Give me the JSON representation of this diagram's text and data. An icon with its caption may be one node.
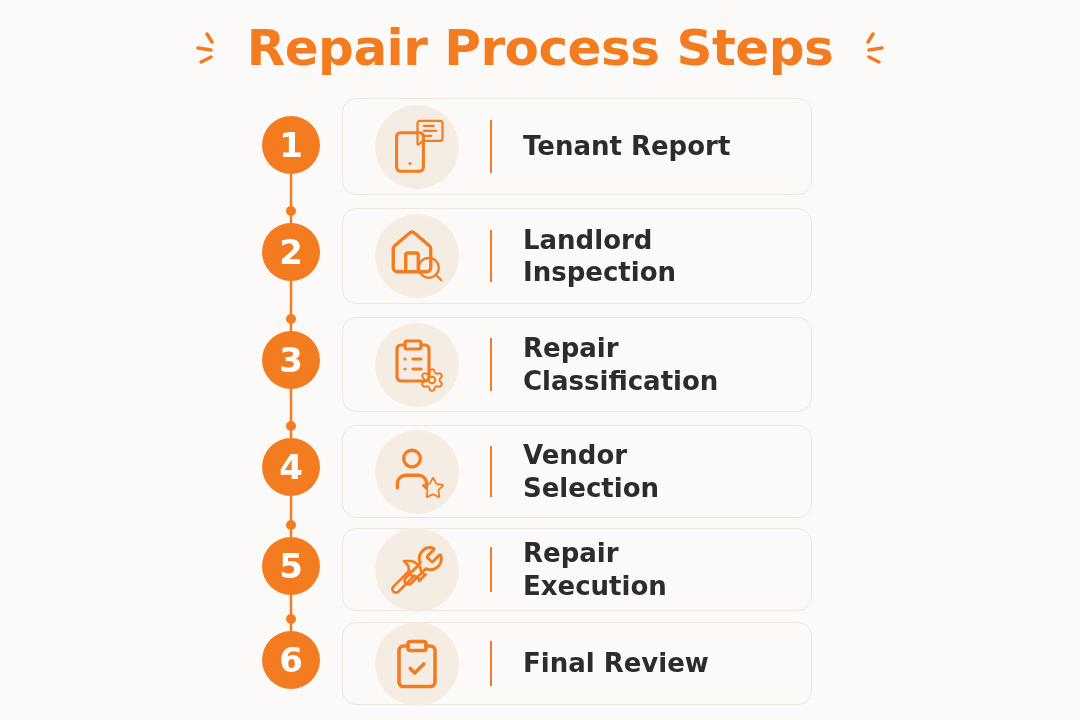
{
  "diagram": {
    "title": "Repair Process Steps",
    "nodes": [
      {
        "text": [
          "1"
        ]
      },
      {
        "text": [
          "Tenant Report"
        ]
      },
      {
        "text": [
          "2"
        ]
      },
      {
        "text": [
          "Landlord Inspection"
        ]
      },
      {
        "text": [
          "3"
        ]
      },
      {
        "text": [
          "Repair Classification"
        ]
      },
      {
        "text": [
          "4"
        ]
      },
      {
        "text": [
          "Vendor Selection"
        ]
      },
      {
        "text": [
          "5"
        ]
      },
      {
        "text": [
          "Repair Execution"
        ]
      },
      {
        "text": [
          "6"
        ]
      },
      {
        "text": [
          "Final Review"
        ]
      }
    ],
    "edges": [
      {
        "from": 0,
        "to": 2,
        "arrow": "other"
      },
      {
        "from": 2,
        "to": 4,
        "arrow": "other"
      },
      {
        "from": 4,
        "to": 6,
        "arrow": "other"
      },
      {
        "from": 6,
        "to": 8,
        "arrow": "other"
      },
      {
        "from": 8,
        "to": 10,
        "arrow": "other"
      }
    ]
  }
}
